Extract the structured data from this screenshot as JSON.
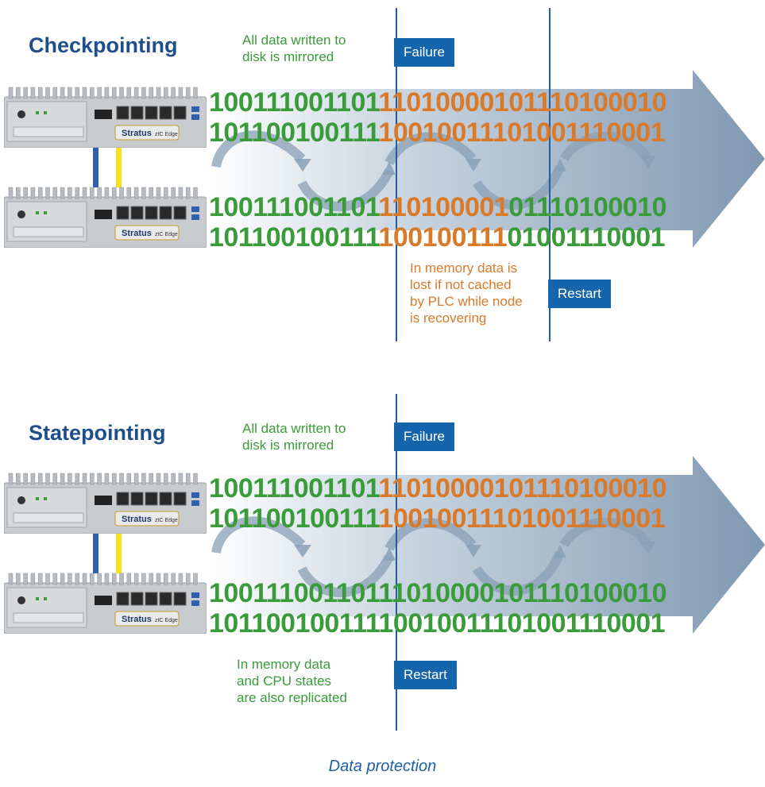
{
  "caption": "Data protection",
  "device_brand": "Stratus",
  "device_model": "ztC Edge",
  "panels": [
    {
      "title": "Checkpointing",
      "top_note": "All data written to\ndisk is mirrored",
      "failure_label": "Failure",
      "restart_label": "Restart",
      "bottom_note": "In memory data is\nlost if not cached\nby PLC while node\nis recovering",
      "rows": [
        [
          {
            "t": "100111001101",
            "c": "g"
          },
          {
            "t": "110100001011",
            "c": "o"
          },
          {
            "t": "10100010",
            "c": "o"
          }
        ],
        [
          {
            "t": "101100100111",
            "c": "g"
          },
          {
            "t": "100100111010",
            "c": "o"
          },
          {
            "t": "01110001",
            "c": "o"
          }
        ],
        [
          {
            "t": "100111001101",
            "c": "g"
          },
          {
            "t": "110100001",
            "c": "o"
          },
          {
            "t": "01110100010",
            "c": "g"
          }
        ],
        [
          {
            "t": "101100100111",
            "c": "g"
          },
          {
            "t": "100100111",
            "c": "o"
          },
          {
            "t": "01001110001",
            "c": "g"
          }
        ]
      ]
    },
    {
      "title": "Statepointing",
      "top_note": "All data written to\ndisk is mirrored",
      "failure_label": "Failure",
      "restart_label": "Restart",
      "bottom_note": "In memory data\nand CPU states\nare also replicated",
      "rows": [
        [
          {
            "t": "100111001101",
            "c": "g"
          },
          {
            "t": "110100001011",
            "c": "o"
          },
          {
            "t": "10100010",
            "c": "o"
          }
        ],
        [
          {
            "t": "101100100111",
            "c": "g"
          },
          {
            "t": "100100111010",
            "c": "o"
          },
          {
            "t": "01110001",
            "c": "o"
          }
        ],
        [
          {
            "t": "100111001101",
            "c": "g"
          },
          {
            "t": "110100001011",
            "c": "g"
          },
          {
            "t": "10100010",
            "c": "g"
          }
        ],
        [
          {
            "t": "101100100111",
            "c": "g"
          },
          {
            "t": "100100111010",
            "c": "g"
          },
          {
            "t": "01110001",
            "c": "g"
          }
        ]
      ]
    }
  ],
  "colors": {
    "title": "#1f4e8c",
    "green": "#3a9b3a",
    "orange": "#d97a2a",
    "badge": "#1565ad",
    "arrow": "#8fa6bc",
    "link_blue": "#2f5fb0",
    "link_yellow": "#f2e21a"
  }
}
